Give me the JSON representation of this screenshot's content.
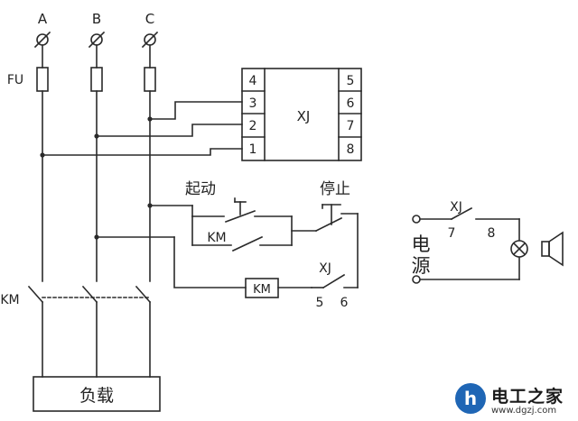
{
  "phases": {
    "a": "A",
    "b": "B",
    "c": "C"
  },
  "fuse_label": "FU",
  "relay": {
    "name": "XJ",
    "pins_left": [
      "4",
      "3",
      "2",
      "1"
    ],
    "pins_right": [
      "5",
      "6",
      "7",
      "8"
    ]
  },
  "start_button_label": "起动",
  "stop_button_label": "停止",
  "contactor_contact_label": "KM",
  "contactor_coil_label": "KM",
  "main_contact_label": "KM",
  "relay_contact": {
    "label": "XJ",
    "pin_a": "5",
    "pin_b": "6"
  },
  "alarm": {
    "relay_label": "XJ",
    "pin_a": "7",
    "pin_b": "8",
    "power_label_1": "电",
    "power_label_2": "源"
  },
  "load_label": "负载",
  "watermark": {
    "logo": "h",
    "name": "电工之家",
    "url": "www.dgzj.com"
  }
}
